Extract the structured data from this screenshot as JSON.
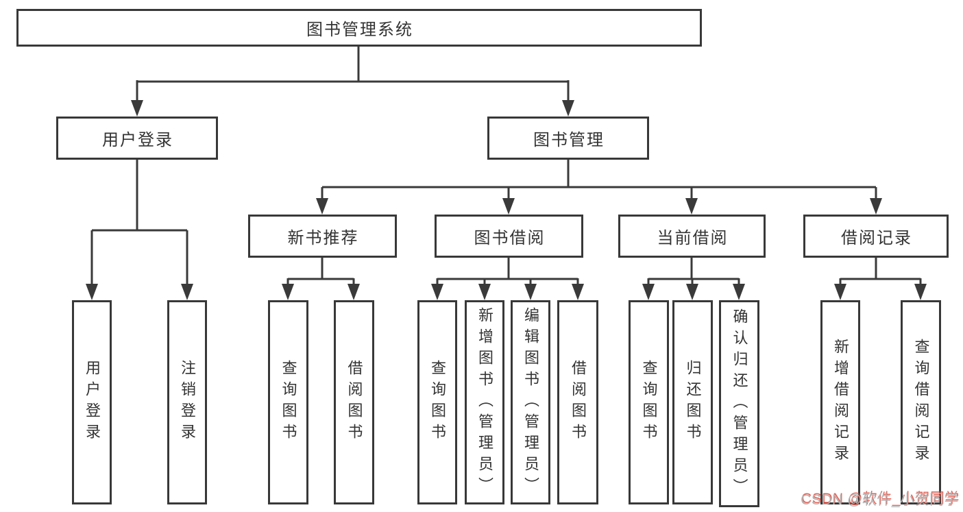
{
  "page": {
    "background": "#ffffff",
    "line_color": "#3a3a3a",
    "text_color": "#333333",
    "watermark_gray": "#b2b2b2",
    "watermark_red": "#e4392b"
  },
  "diagram": {
    "type": "hierarchy-tree",
    "nodes": {
      "root": "图书管理系统",
      "user_login": "用户登录",
      "book_mgmt": "图书管理",
      "leaf_user_login": "用户登录",
      "leaf_logout": "注销登录",
      "new_book_rec": "新书推荐",
      "book_borrow": "图书借阅",
      "current_borrow": "当前借阅",
      "borrow_records": "借阅记录",
      "nb_query": "查询图书",
      "nb_borrow": "借阅图书",
      "bb_query": "查询图书",
      "bb_add": "新增图书（管理员）",
      "bb_edit": "编辑图书（管理员）",
      "bb_borrow": "借阅图书",
      "cb_query": "查询图书",
      "cb_return": "归还图书",
      "cb_confirm": "确认归还（管理员）",
      "br_add": "新增借阅记录",
      "br_query": "查询借阅记录"
    },
    "watermark": "CSDN @软件_小贺同学"
  }
}
